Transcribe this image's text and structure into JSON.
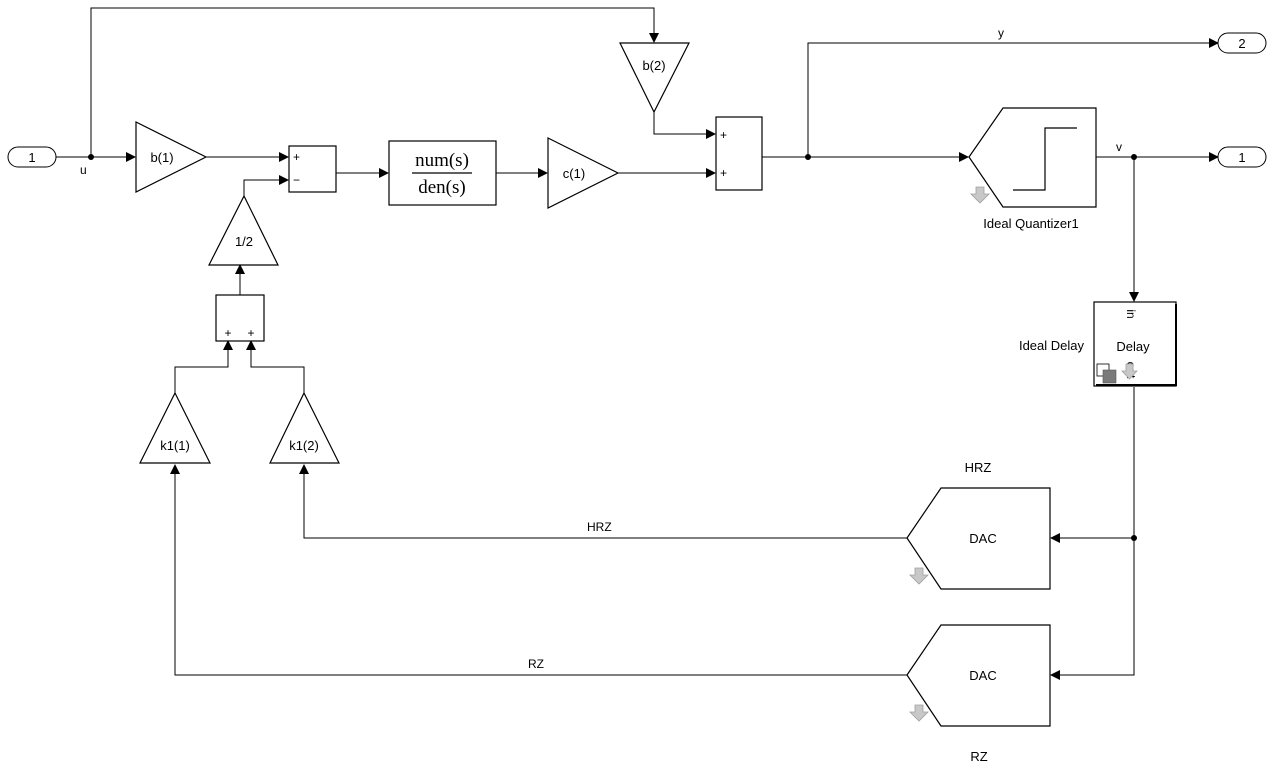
{
  "ports": {
    "in1": "1",
    "out2": "2",
    "out1": "1"
  },
  "gains": {
    "b1": "b(1)",
    "b2": "b(2)",
    "c1": "c(1)",
    "half": "1/2",
    "k11": "k1(1)",
    "k12": "k1(2)"
  },
  "sum_signs": {
    "s1_top": "+",
    "s1_bottom": "−",
    "s2_top": "+",
    "s2_bottom": "+",
    "s3_left": "+",
    "s3_right": "+"
  },
  "transfer_fcn": {
    "numerator": "num(s)",
    "denominator": "den(s)"
  },
  "quantizer": {
    "name": "Ideal Quantizer1"
  },
  "delay": {
    "name": "Ideal Delay",
    "body": "Delay",
    "in_port": "in",
    "out_port": "out"
  },
  "dac_hrz": {
    "title": "HRZ",
    "body": "DAC"
  },
  "dac_rz": {
    "title": "RZ",
    "body": "DAC"
  },
  "signals": {
    "u": "u",
    "y": "y",
    "v": "v",
    "hrz": "HRZ",
    "rz": "RZ"
  },
  "colors": {
    "line": "#000000",
    "background": "#ffffff",
    "badge_gray": "#c8c8c8",
    "badge_dark": "#7a7a7a"
  }
}
